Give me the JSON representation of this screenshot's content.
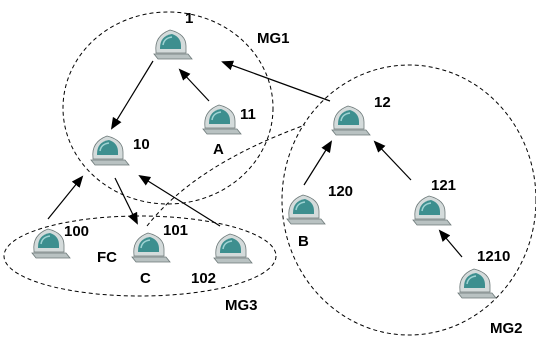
{
  "groups": [
    {
      "id": "MG1",
      "label": "MG1"
    },
    {
      "id": "MG2",
      "label": "MG2"
    },
    {
      "id": "MG3",
      "label": "MG3"
    }
  ],
  "nodes": [
    {
      "id": "1",
      "label": "1"
    },
    {
      "id": "10",
      "label": "10"
    },
    {
      "id": "11",
      "label": "11",
      "tag": "A"
    },
    {
      "id": "12",
      "label": "12"
    },
    {
      "id": "120",
      "label": "120",
      "tag": "B"
    },
    {
      "id": "121",
      "label": "121"
    },
    {
      "id": "1210",
      "label": "1210"
    },
    {
      "id": "100",
      "label": "100"
    },
    {
      "id": "101",
      "label": "101",
      "tag": "C",
      "prefix": "FC"
    },
    {
      "id": "102",
      "label": "102"
    }
  ],
  "edges": [
    {
      "from": "1",
      "to": "10"
    },
    {
      "from": "11",
      "to": "1"
    },
    {
      "from": "12",
      "to": "1"
    },
    {
      "from": "100",
      "to": "10"
    },
    {
      "from": "10",
      "to": "101"
    },
    {
      "from": "102",
      "to": "10"
    },
    {
      "from": "120",
      "to": "12"
    },
    {
      "from": "121",
      "to": "12"
    },
    {
      "from": "1210",
      "to": "121"
    }
  ],
  "dashed_links": [
    {
      "from": "101",
      "to": "12"
    }
  ],
  "colors": {
    "monitor_body": "#cfd6d6",
    "monitor_screen": "#3d8f8f",
    "line": "#000000"
  }
}
